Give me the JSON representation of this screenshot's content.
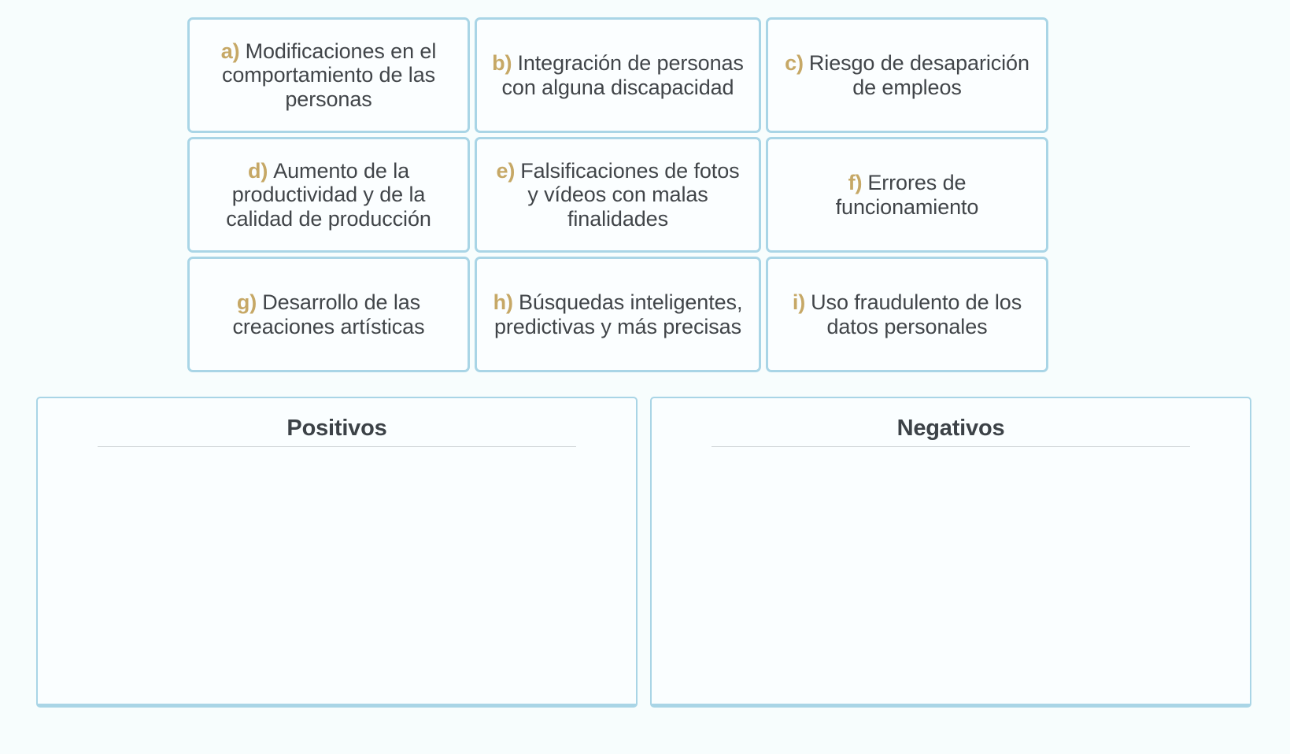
{
  "activity": {
    "type": "drag-and-drop-classification",
    "colors": {
      "card_border": "#a9d5e6",
      "card_background": "#fbfeff",
      "page_background": "#f7fdfd",
      "letter_label": "#c6a866",
      "body_text": "#414549",
      "title_text": "#3c4247",
      "divider": "#cfd4d6"
    }
  },
  "cards": [
    {
      "letter": "a)",
      "text": "Modificaciones en el comportamiento de las personas"
    },
    {
      "letter": "b)",
      "text": "Integración de personas con alguna discapacidad"
    },
    {
      "letter": "c)",
      "text": "Riesgo de desaparición de empleos"
    },
    {
      "letter": "d)",
      "text": "Aumento de la productividad y de la calidad de producción"
    },
    {
      "letter": "e)",
      "text": "Falsificaciones de fotos y vídeos con malas finalidades"
    },
    {
      "letter": "f)",
      "text": "Errores de funcionamiento"
    },
    {
      "letter": "g)",
      "text": "Desarrollo de las creaciones artísticas"
    },
    {
      "letter": "h)",
      "text": "Búsquedas inteligentes, predictivas y más precisas"
    },
    {
      "letter": "i)",
      "text": "Uso fraudulento de los datos personales"
    }
  ],
  "dropzones": [
    {
      "title": "Positivos",
      "items": []
    },
    {
      "title": "Negativos",
      "items": []
    }
  ]
}
